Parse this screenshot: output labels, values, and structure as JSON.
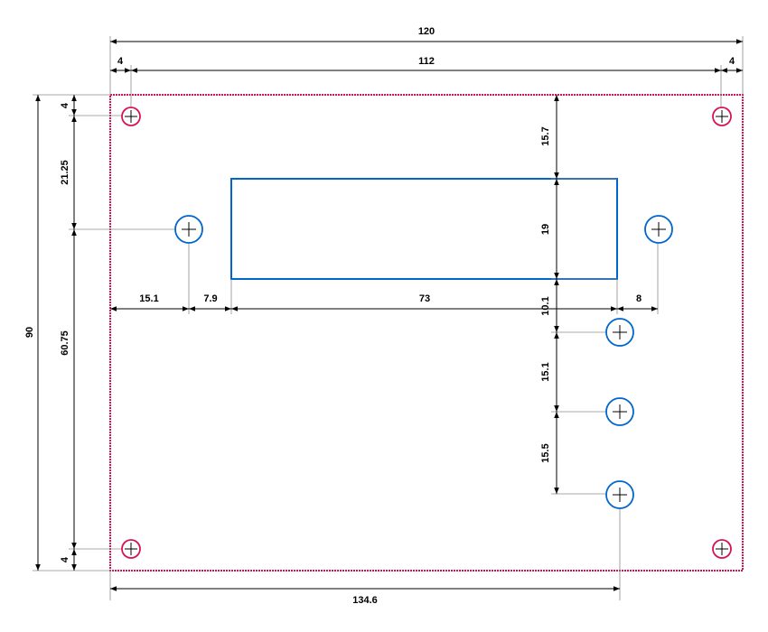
{
  "colors": {
    "board": "#d4145a",
    "cutout": "#0066cc",
    "mount": "#d4145a"
  },
  "icons": {
    "mounting_hole": "crosshair-circle-icon",
    "component_hole": "crosshair-circle-icon"
  },
  "dimensions": {
    "overall_width": "120",
    "left_margin": "4",
    "hole_spacing_x": "112",
    "right_margin": "4",
    "overall_height": "90",
    "top_margin": "4",
    "top_to_left_hole": "21.25",
    "left_hole_to_bottom": "60.75",
    "bottom_margin": "4",
    "top_to_window": "15.7",
    "window_height": "19",
    "left_to_hole": "15.1",
    "hole_to_window": "7.9",
    "window_width": "73",
    "window_to_hole": "8",
    "window_to_hole1": "10.1",
    "hole1_to_hole2": "15.1",
    "hole2_to_hole3": "15.5",
    "left_to_hole3": "134.6"
  }
}
